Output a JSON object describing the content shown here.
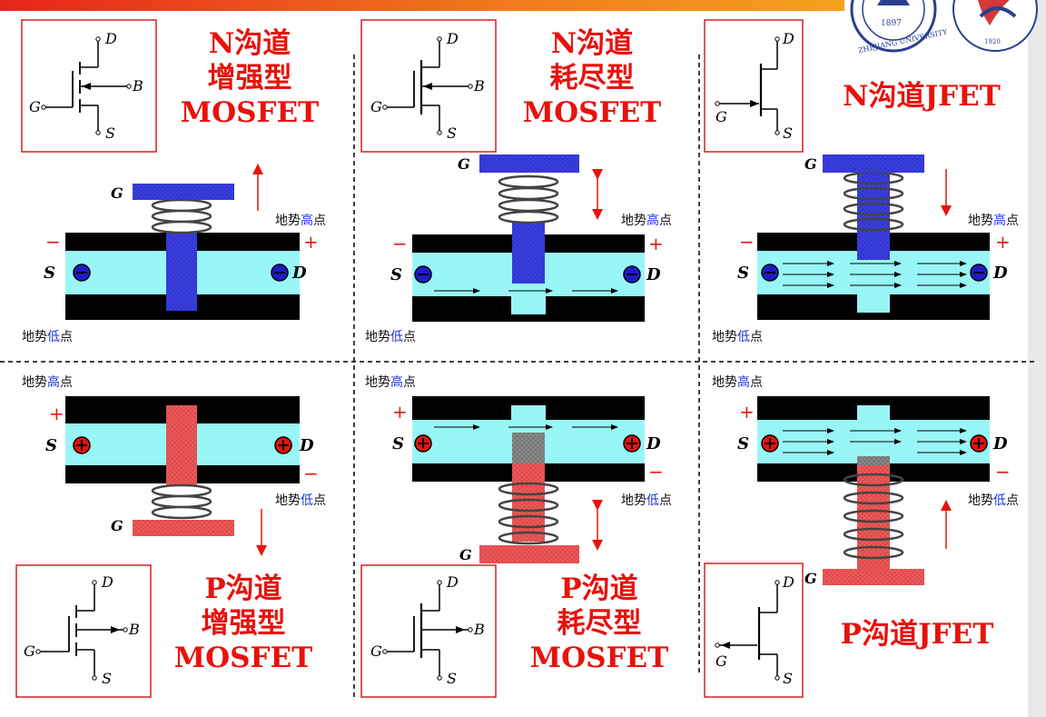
{
  "panels": {
    "n_mosfet_enh": {
      "title": [
        "N沟道",
        "增强型",
        "MOSFET"
      ]
    },
    "n_mosfet_dep": {
      "title": [
        "N沟道",
        "耗尽型",
        "MOSFET"
      ]
    },
    "n_jfet": {
      "title": [
        "N沟道JFET"
      ]
    },
    "p_mosfet_enh": {
      "title": [
        "P沟道",
        "增强型",
        "MOSFET"
      ]
    },
    "p_mosfet_dep": {
      "title": [
        "P沟道",
        "耗尽型",
        "MOSFET"
      ]
    },
    "p_jfet": {
      "title": [
        "P沟道JFET"
      ]
    }
  },
  "labels": {
    "gate": "G",
    "source": "S",
    "drain": "D",
    "body": "B",
    "plus": "+",
    "minus": "−",
    "potential_prefix": "地势",
    "high": "高",
    "low": "低",
    "potential_suffix": "点"
  },
  "colors": {
    "title": "#e8120c",
    "channel": "#99f6f6",
    "n_gate": "#3b3fe3",
    "p_gate": "#f05a5a",
    "highlight": "#1a34d8",
    "arrow": "#e8120c"
  },
  "logo": {
    "text": [
      "1897",
      "ZHEJIANG UNIVERSITY",
      "1920"
    ]
  }
}
